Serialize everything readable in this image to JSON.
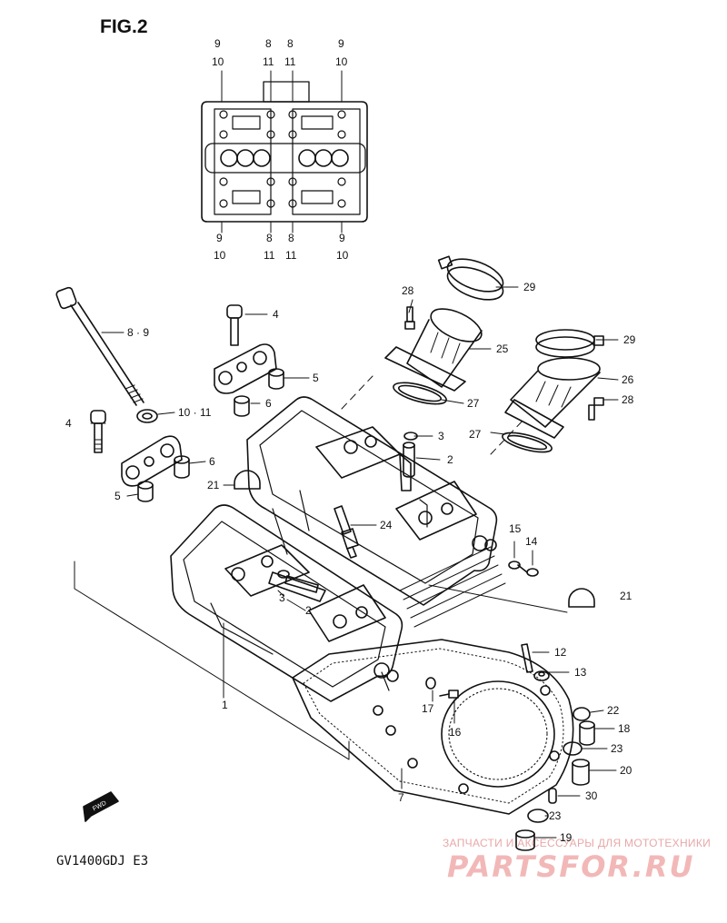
{
  "figure": {
    "title": "FIG.2",
    "model_code": "GV1400GDJ  E3"
  },
  "watermark": {
    "tagline": "ЗАПЧАСТИ И АКСЕССУАРЫ ДЛЯ МОТОТЕХНИКИ",
    "brand": "PARTSFOR.RU"
  },
  "fwd_label": "FWD",
  "gasket_inset": {
    "top_labels": [
      "9",
      "10",
      "8",
      "11",
      "8",
      "11",
      "9",
      "10"
    ],
    "bottom_labels": [
      "9",
      "10",
      "8",
      "11",
      "8",
      "11",
      "9",
      "10"
    ]
  },
  "callouts": [
    {
      "id": "c1",
      "label": "1"
    },
    {
      "id": "c2a",
      "label": "2"
    },
    {
      "id": "c2b",
      "label": "2"
    },
    {
      "id": "c3a",
      "label": "3"
    },
    {
      "id": "c3b",
      "label": "3"
    },
    {
      "id": "c4a",
      "label": "4"
    },
    {
      "id": "c4b",
      "label": "4"
    },
    {
      "id": "c5a",
      "label": "5"
    },
    {
      "id": "c5b",
      "label": "5"
    },
    {
      "id": "c6a",
      "label": "6"
    },
    {
      "id": "c6b",
      "label": "6"
    },
    {
      "id": "c7",
      "label": "7"
    },
    {
      "id": "c89",
      "label": "8 · 9"
    },
    {
      "id": "c1011",
      "label": "10 · 11"
    },
    {
      "id": "c12",
      "label": "12"
    },
    {
      "id": "c13",
      "label": "13"
    },
    {
      "id": "c14",
      "label": "14"
    },
    {
      "id": "c15",
      "label": "15"
    },
    {
      "id": "c16",
      "label": "16"
    },
    {
      "id": "c17",
      "label": "17"
    },
    {
      "id": "c18",
      "label": "18"
    },
    {
      "id": "c19",
      "label": "19"
    },
    {
      "id": "c20",
      "label": "20"
    },
    {
      "id": "c21a",
      "label": "21"
    },
    {
      "id": "c21b",
      "label": "21"
    },
    {
      "id": "c22",
      "label": "22"
    },
    {
      "id": "c23a",
      "label": "23"
    },
    {
      "id": "c23b",
      "label": "23"
    },
    {
      "id": "c24",
      "label": "24"
    },
    {
      "id": "c25",
      "label": "25"
    },
    {
      "id": "c26",
      "label": "26"
    },
    {
      "id": "c27a",
      "label": "27"
    },
    {
      "id": "c27b",
      "label": "27"
    },
    {
      "id": "c28a",
      "label": "28"
    },
    {
      "id": "c28b",
      "label": "28"
    },
    {
      "id": "c29a",
      "label": "29"
    },
    {
      "id": "c29b",
      "label": "29"
    },
    {
      "id": "c30",
      "label": "30"
    }
  ],
  "colors": {
    "ink": "#111111",
    "watermark": "#f2b8b8"
  }
}
